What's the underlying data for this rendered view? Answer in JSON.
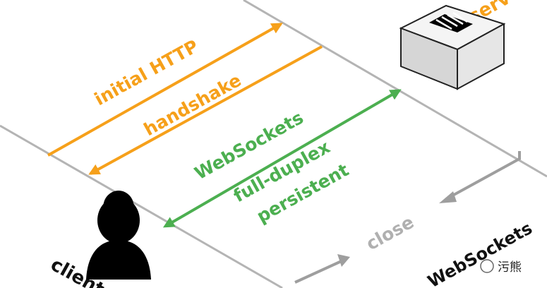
{
  "labels": {
    "server": "server",
    "client": "client",
    "initial_http": "initial HTTP",
    "handshake": "handshake",
    "websockets": "WebSockets",
    "full_duplex": "full-duplex",
    "persistent": "persistent",
    "close": "close",
    "websockets_closed": "WebSockets",
    "watermark": "污熊"
  },
  "colors": {
    "background": "#ffffff",
    "timeline": "#b4b4b4",
    "http_arrow": "#f6a01a",
    "websocket_arrow": "#4caf50",
    "close_arrow": "#9e9e9e",
    "close_text": "#b0b0b0",
    "client_icon": "#000000",
    "server_box": "#eaeaea",
    "server_panel": "#000000"
  },
  "icons": {
    "client": "person-icon",
    "server": "server-icon",
    "watermark": "wechat-icon"
  }
}
